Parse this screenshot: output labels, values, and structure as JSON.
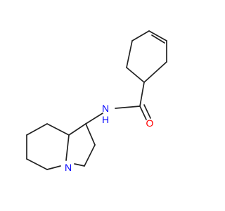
{
  "molecule": {
    "atoms": {
      "nitrogen_amide": {
        "label": "N",
        "subscript": "H",
        "color": "#0000ff"
      },
      "oxygen": {
        "label": "O",
        "color": "#ff0000"
      },
      "nitrogen_ring": {
        "label": "N",
        "color": "#0000ff"
      }
    },
    "bond_color": "#222222",
    "background": "#ffffff"
  }
}
